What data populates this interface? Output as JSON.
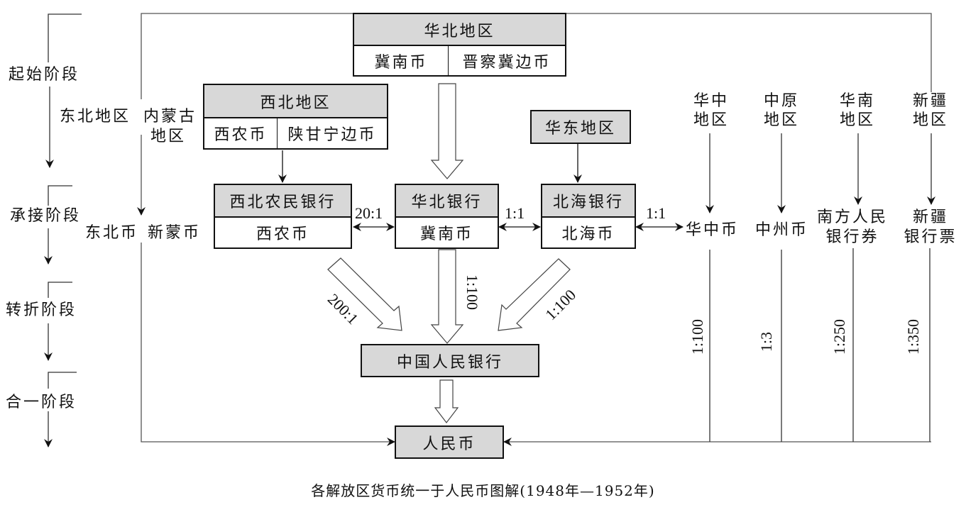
{
  "stages": [
    {
      "label": "起始阶段"
    },
    {
      "label": "承接阶段"
    },
    {
      "label": "转折阶段"
    },
    {
      "label": "合一阶段"
    }
  ],
  "regions": {
    "northeast": "东北地区",
    "inner_mongolia_line1": "内蒙古",
    "inner_mongolia_line2": "地区",
    "north_china": {
      "title": "华北地区",
      "currencies": [
        "冀南币",
        "晋察冀边币"
      ]
    },
    "northwest": {
      "title": "西北地区",
      "currencies": [
        "西农币",
        "陕甘宁边币"
      ]
    },
    "east_china": "华东地区",
    "central_china": [
      "华中",
      "地区"
    ],
    "central_plains": [
      "中原",
      "地区"
    ],
    "south_china": [
      "华南",
      "地区"
    ],
    "xinjiang": [
      "新疆",
      "地区"
    ]
  },
  "banks": {
    "northwest_farmers": {
      "name": "西北农民银行",
      "currency": "西农币"
    },
    "north_china": {
      "name": "华北银行",
      "currency": "冀南币"
    },
    "beihai": {
      "name": "北海银行",
      "currency": "北海币"
    }
  },
  "currencies": {
    "northeast": "东北币",
    "inner_mongolia": "新蒙币",
    "central_china": "华中币",
    "central_plains": "中州币",
    "south_china_line1": "南方人民",
    "south_china_line2": "银行券",
    "xinjiang_line1": "新疆",
    "xinjiang_line2": "银行票"
  },
  "exchange_rates": {
    "xinong_to_jinan": "20:1",
    "jinan_to_beihai": "1:1",
    "beihai_to_huazhong": "1:1",
    "xinong_to_pboc": "200:1",
    "jinan_to_pboc": "1:100",
    "beihai_to_pboc": "1:100",
    "huazhong_to_rmb": "1:100",
    "zhongzhou_to_rmb": "1:3",
    "south_to_rmb": "1:250",
    "xinjiang_to_rmb": "1:350"
  },
  "pboc": "中国人民银行",
  "rmb": "人民币",
  "caption": "各解放区货币统一于人民币图解(1948年—1952年)",
  "colors": {
    "box_fill": "#d8d8d8",
    "line": "#111111",
    "thin_line": "#555555"
  }
}
